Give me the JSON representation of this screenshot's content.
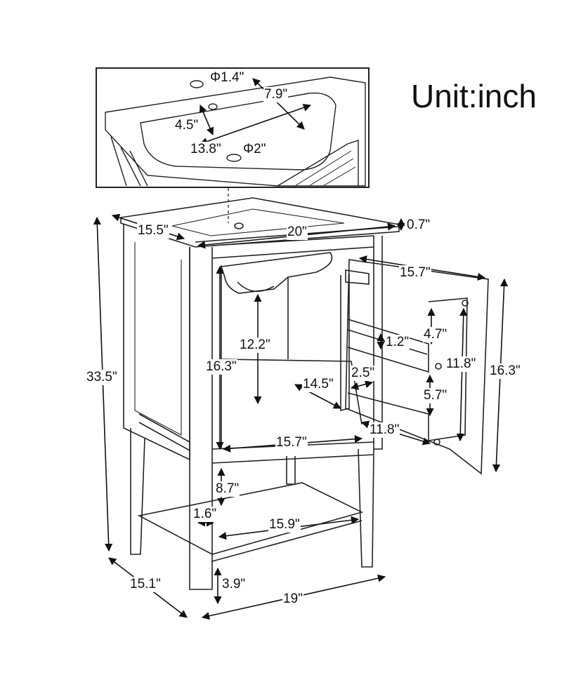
{
  "title": "Unit:inch",
  "inset": {
    "overflow_hole": "Φ1.4\"",
    "basin_width": "7.9\"",
    "basin_depth": "4.5\"",
    "basin_length": "13.8\"",
    "drain_hole": "Φ2\""
  },
  "dimensions": {
    "top_depth": "15.5\"",
    "top_width": "20\"",
    "top_thickness": "0.7\"",
    "total_height": "33.5\"",
    "basin_clearance": "12.2\"",
    "cabinet_inner_height": "16.3\"",
    "cabinet_inner_depth": "14.5\"",
    "cabinet_inner_width": "15.7\"",
    "door_width": "15.7\"",
    "door_height": "16.3\"",
    "rack_gap": "1.2\"",
    "rack_upper": "4.7\"",
    "rack_height": "11.8\"",
    "rack_lower": "5.7\"",
    "rack_depth": "2.5\"",
    "rack_width": "11.8\"",
    "open_shelf_height": "8.7\"",
    "shelf_inset": "1.6\"",
    "shelf_width": "15.9\"",
    "leg_height": "3.9\"",
    "base_depth": "15.1\"",
    "base_width": "19\""
  }
}
